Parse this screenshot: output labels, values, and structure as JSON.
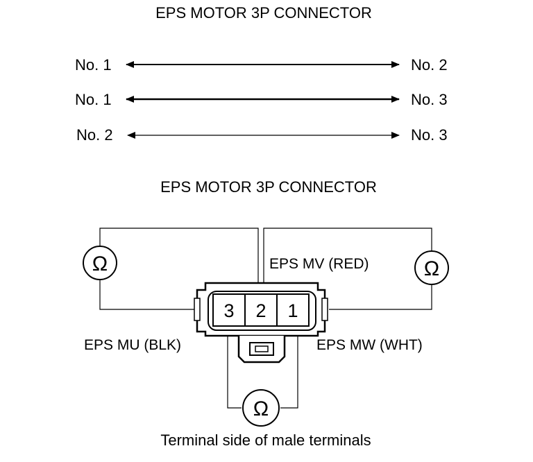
{
  "title_top": "EPS MOTOR 3P CONNECTOR",
  "continuity_checks": [
    {
      "from": "No. 1",
      "to": "No. 2"
    },
    {
      "from": "No. 1",
      "to": "No. 3"
    },
    {
      "from": "No. 2",
      "to": "No. 3"
    }
  ],
  "title_bottom": "EPS MOTOR 3P CONNECTOR",
  "connector": {
    "pins": [
      "3",
      "2",
      "1"
    ],
    "wires": {
      "mv": "EPS MV (RED)",
      "mu": "EPS MU (BLK)",
      "mw": "EPS MW (WHT)"
    }
  },
  "ohm_symbol": "Ω",
  "caption": "Terminal side of male terminals"
}
